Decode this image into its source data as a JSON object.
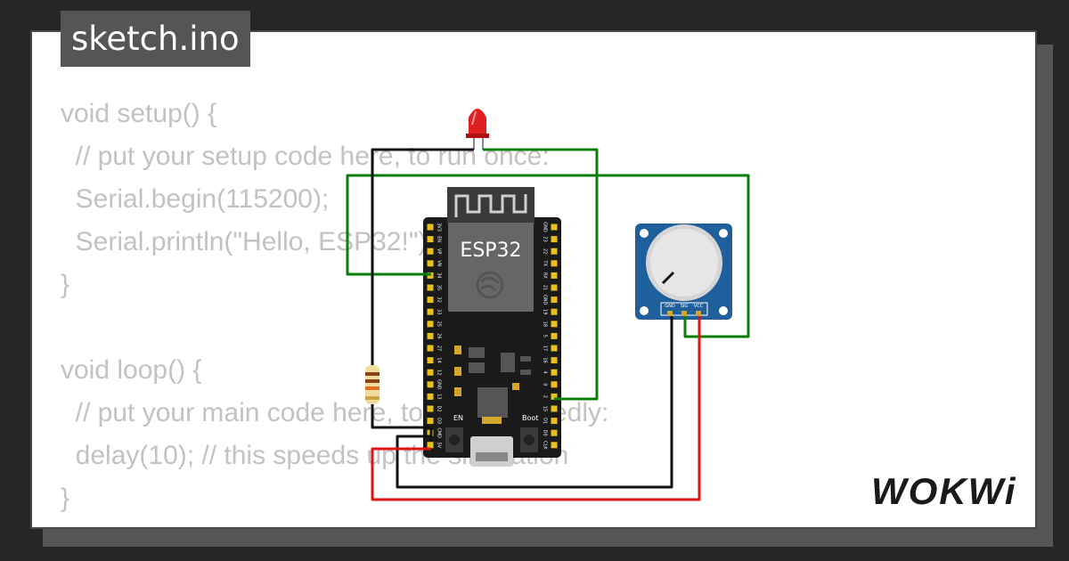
{
  "window": {
    "title": "sketch.ino"
  },
  "code": {
    "lines": [
      "void setup() {",
      "  // put your setup code here, to run once:",
      "  Serial.begin(115200);",
      "  Serial.println(\"Hello, ESP32!\");",
      "}",
      "",
      "void loop() {",
      "  // put your main code here, to run repeatedly:",
      "  delay(10); // this speeds up the simulation",
      "}"
    ]
  },
  "circuit": {
    "board_label": "ESP32",
    "en_label": "EN",
    "boot_label": "Boot",
    "pot_pins": [
      "GND",
      "SIG",
      "VCC"
    ],
    "left_pins": [
      "3V3",
      "EN",
      "VP",
      "VN",
      "34",
      "35",
      "32",
      "33",
      "25",
      "26",
      "27",
      "14",
      "12",
      "GND",
      "13",
      "D2",
      "D3",
      "CMD",
      "5V"
    ],
    "right_pins": [
      "GND",
      "23",
      "22",
      "TX",
      "RX",
      "21",
      "GND",
      "19",
      "18",
      "5",
      "17",
      "16",
      "4",
      "0",
      "2",
      "15",
      "D1",
      "D0",
      "CLK"
    ]
  },
  "logo": {
    "text": "WOKWi"
  },
  "colors": {
    "background": "#262626",
    "card": "#ffffff",
    "code_text": "#c2c2c2",
    "title_tab": "#555555",
    "wire_green": "#0a7d0a",
    "wire_red": "#e01414",
    "wire_black": "#111111",
    "board": "#1a1a1a",
    "potentiometer": "#1f5f9b",
    "led": "#e02020"
  }
}
